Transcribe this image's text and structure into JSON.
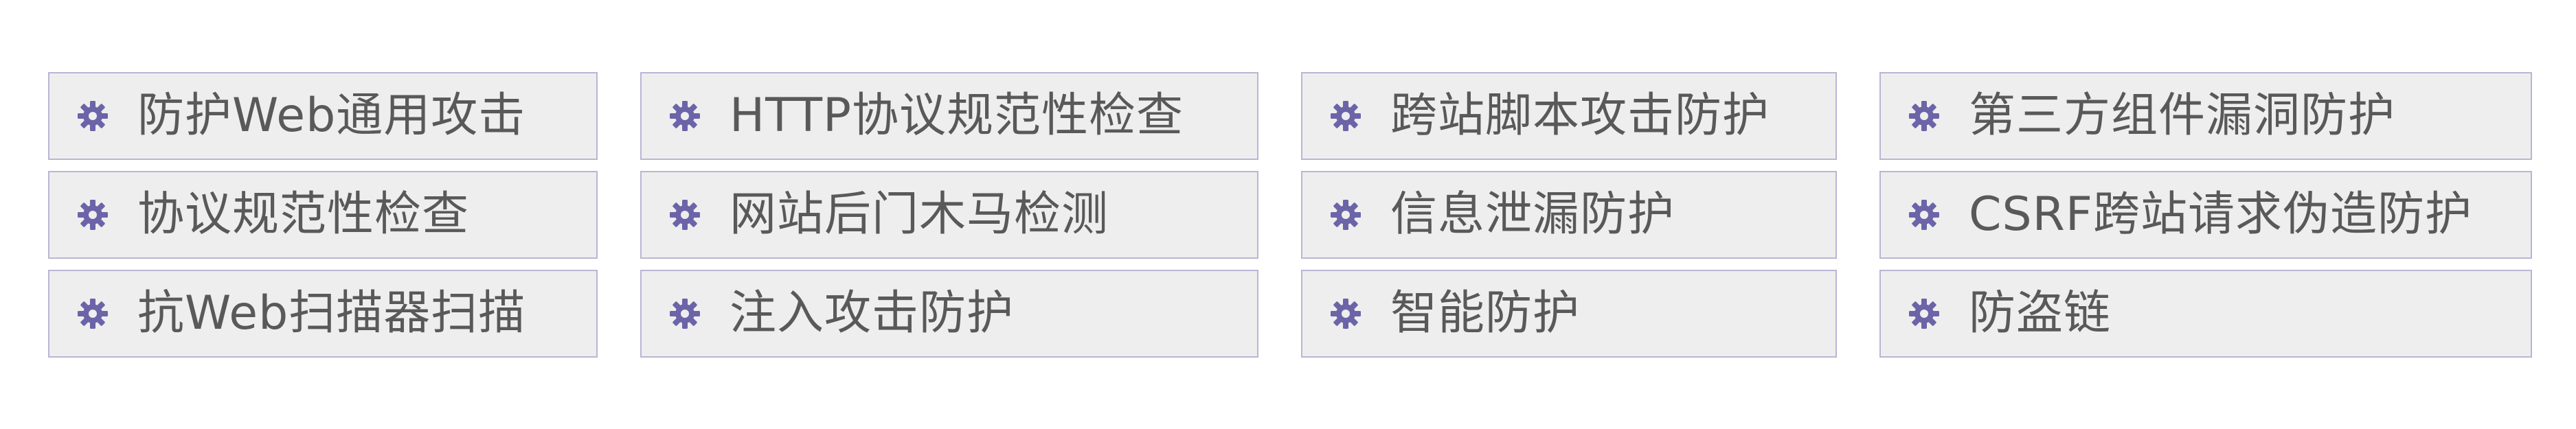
{
  "features": [
    {
      "label": "防护Web通用攻击",
      "icon": "gear-icon"
    },
    {
      "label": "HTTP协议规范性检查",
      "icon": "gear-icon"
    },
    {
      "label": "跨站脚本攻击防护",
      "icon": "gear-icon"
    },
    {
      "label": "第三方组件漏洞防护",
      "icon": "gear-icon"
    },
    {
      "label": "协议规范性检查",
      "icon": "gear-icon"
    },
    {
      "label": "网站后门木马检测",
      "icon": "gear-icon"
    },
    {
      "label": "信息泄漏防护",
      "icon": "gear-icon"
    },
    {
      "label": "CSRF跨站请求伪造防护",
      "icon": "gear-icon"
    },
    {
      "label": "抗Web扫描器扫描",
      "icon": "gear-icon"
    },
    {
      "label": "注入攻击防护",
      "icon": "gear-icon"
    },
    {
      "label": "智能防护",
      "icon": "gear-icon"
    },
    {
      "label": "防盗链",
      "icon": "gear-icon"
    }
  ],
  "colors": {
    "tile_background": "#eeeeee",
    "tile_border": "#b9b6d4",
    "icon": "#6b64a8",
    "text": "#595959"
  }
}
